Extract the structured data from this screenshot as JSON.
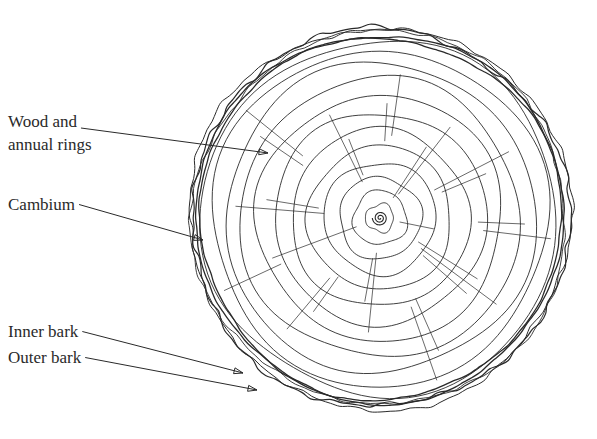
{
  "diagram": {
    "labels": [
      "Wood and annual rings",
      "Cambium",
      "Inner bark",
      "Outer bark"
    ]
  }
}
